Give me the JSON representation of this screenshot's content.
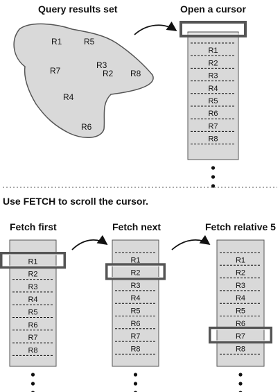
{
  "top": {
    "query_title": "Query results set",
    "cursor_title": "Open a cursor",
    "blob_labels": [
      "R1",
      "R5",
      "R3",
      "R2",
      "R8",
      "R7",
      "R4",
      "R6"
    ],
    "cursor_rows": [
      "R1",
      "R2",
      "R3",
      "R4",
      "R5",
      "R6",
      "R7",
      "R8"
    ]
  },
  "instruction": "Use FETCH to scroll the cursor.",
  "fetch": {
    "first": {
      "title": "Fetch first",
      "rows": [
        "R1",
        "R2",
        "R3",
        "R4",
        "R5",
        "R6",
        "R7",
        "R8"
      ],
      "highlighted_row": "R1"
    },
    "next": {
      "title": "Fetch next",
      "rows": [
        "R1",
        "R2",
        "R3",
        "R4",
        "R5",
        "R6",
        "R7",
        "R8"
      ],
      "highlighted_row": "R2"
    },
    "relative": {
      "title": "Fetch relative 5",
      "rows": [
        "R1",
        "R2",
        "R3",
        "R4",
        "R5",
        "R6",
        "R7",
        "R8"
      ],
      "highlighted_row": "R7"
    }
  },
  "colors": {
    "fill": "#d9d9d9",
    "stroke": "#555555",
    "ink": "#111111",
    "divider": "#777777"
  }
}
